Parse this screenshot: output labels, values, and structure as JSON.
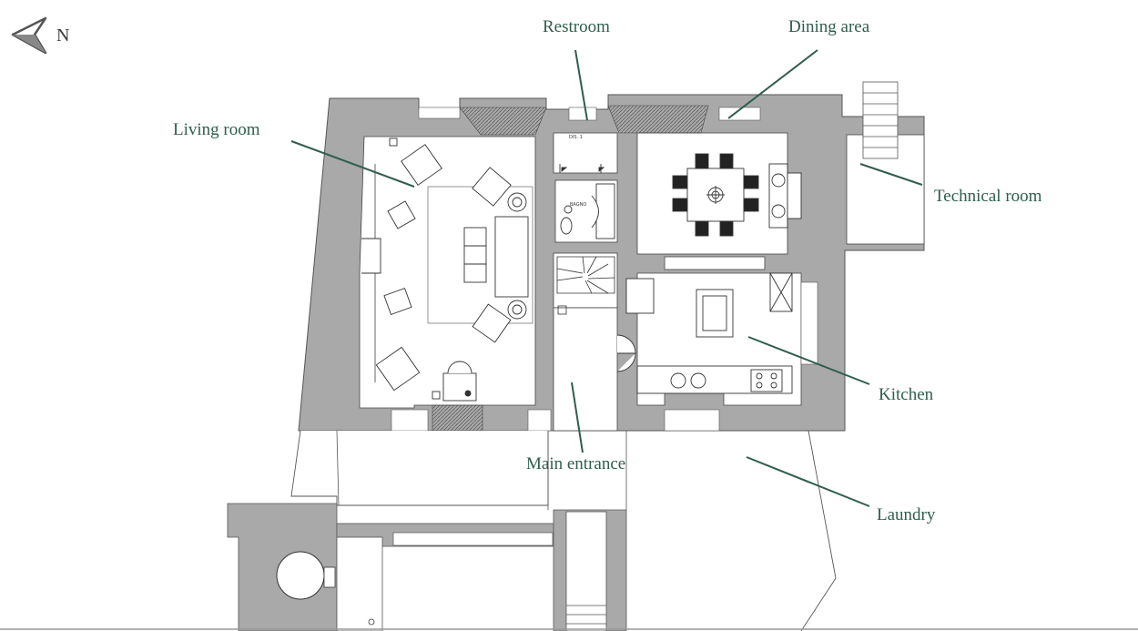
{
  "compass": {
    "letter": "N"
  },
  "labels": {
    "restroom": "Restroom",
    "dining_area": "Dining area",
    "living_room": "Living room",
    "technical_room": "Technical room",
    "kitchen": "Kitchen",
    "main_entrance": "Main entrance",
    "laundry": "Laundry"
  },
  "plan_text": {
    "bath": "BAGNO",
    "wc": "DIS. 1"
  },
  "colors": {
    "wall": "#a9a9a9",
    "line": "#333333",
    "label": "#2f5e4c",
    "leader": "#2f5e4c"
  }
}
